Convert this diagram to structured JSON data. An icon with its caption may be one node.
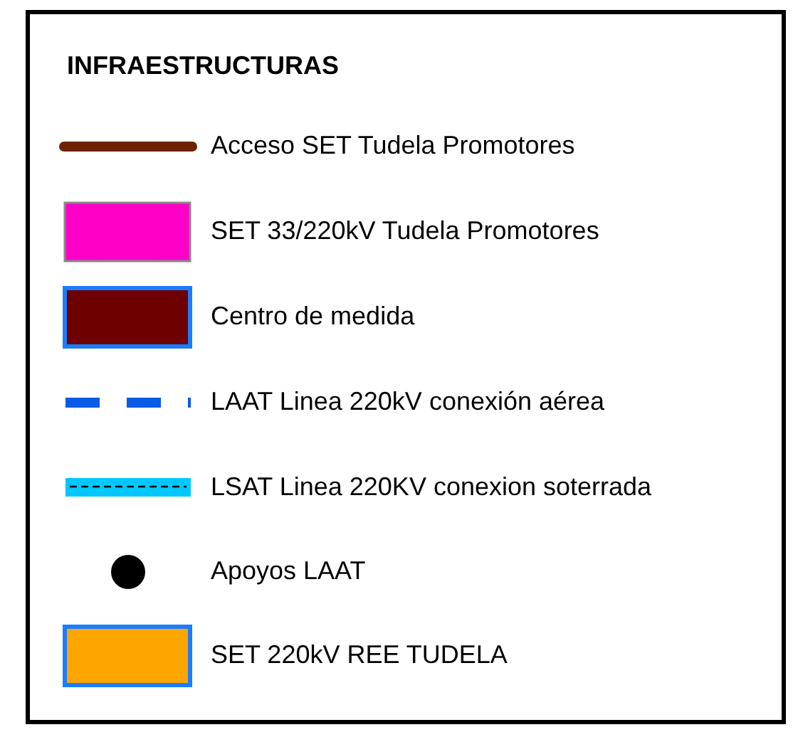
{
  "diagram": {
    "title": "INFRAESTRUCTURAS",
    "legend": [
      {
        "text": "Acceso SET Tudela Promotores"
      },
      {
        "text": "SET 33/220kV Tudela Promotores",
        "color": "#ff00c8"
      },
      {
        "text": "Centro de medida",
        "color": "#6e0000"
      },
      {
        "text": "LAAT Linea 220kV conexión aérea"
      },
      {
        "text": "LSAT Linea 220KV conexion soterrada"
      },
      {
        "text": "Apoyos LAAT"
      },
      {
        "text": "SET 220kV REE TUDELA",
        "color": "#ffa500"
      }
    ]
  }
}
